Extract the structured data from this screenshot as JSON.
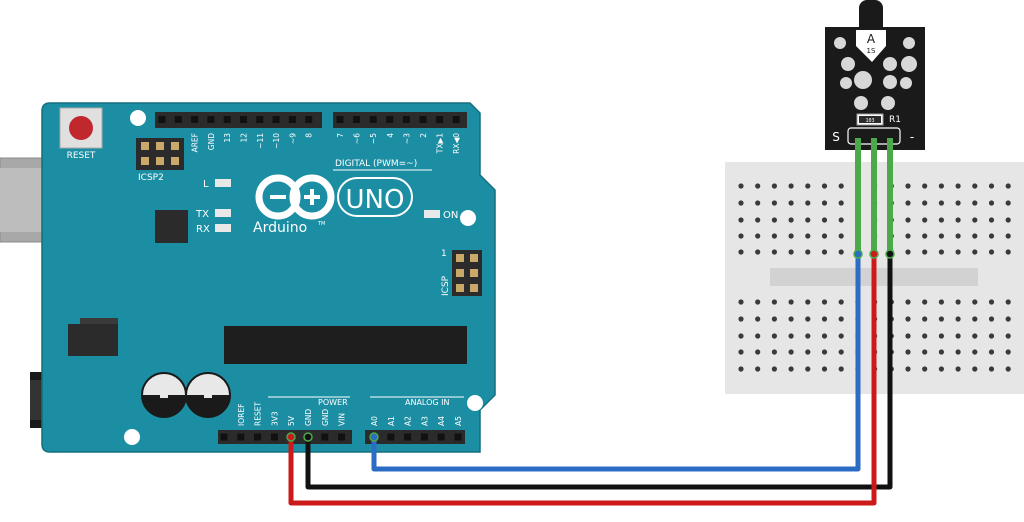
{
  "board": {
    "reset_label": "RESET",
    "icsp2_label": "ICSP2",
    "icsp_label": "ICSP",
    "icsp_pin1": "1",
    "led_l": "L",
    "led_tx": "TX",
    "led_rx": "RX",
    "led_on": "ON",
    "uno_label": "UNO",
    "brand_label": "Arduino",
    "tm": "TM",
    "digital_label": "DIGITAL (PWM=~)",
    "digital_pins": [
      "AREF",
      "GND",
      "13",
      "12",
      "~11",
      "~10",
      "~9",
      "8",
      "7",
      "~6",
      "~5",
      "4",
      "~3",
      "2",
      "TX▶1",
      "RX◀0"
    ],
    "power_label": "POWER",
    "power_pins": [
      "IOREF",
      "RESET",
      "3V3",
      "5V",
      "GND",
      "GND",
      "VIN"
    ],
    "analog_label": "ANALOG IN",
    "analog_pins": [
      "A0",
      "A1",
      "A2",
      "A3",
      "A4",
      "A5"
    ]
  },
  "sensor": {
    "chip_label": "A",
    "chip_sub": "1S",
    "resistor_label": "R1",
    "resistor_value": "103",
    "pin_s": "S",
    "pin_minus": "-"
  },
  "wires": [
    {
      "name": "signal-wire",
      "from": "A0",
      "to": "S",
      "color": "#2b6cc4"
    },
    {
      "name": "power-wire",
      "from": "5V",
      "to": "middle",
      "color": "#cc1a1a"
    },
    {
      "name": "ground-wire",
      "from": "GND",
      "to": "-",
      "color": "#111111"
    }
  ],
  "colors": {
    "board": "#1c8ea3",
    "header": "#2b2b2b",
    "breadboard": "#e6e6e6",
    "sensor_module": "#1a1a1a",
    "jumper": "#4aaa4a"
  }
}
